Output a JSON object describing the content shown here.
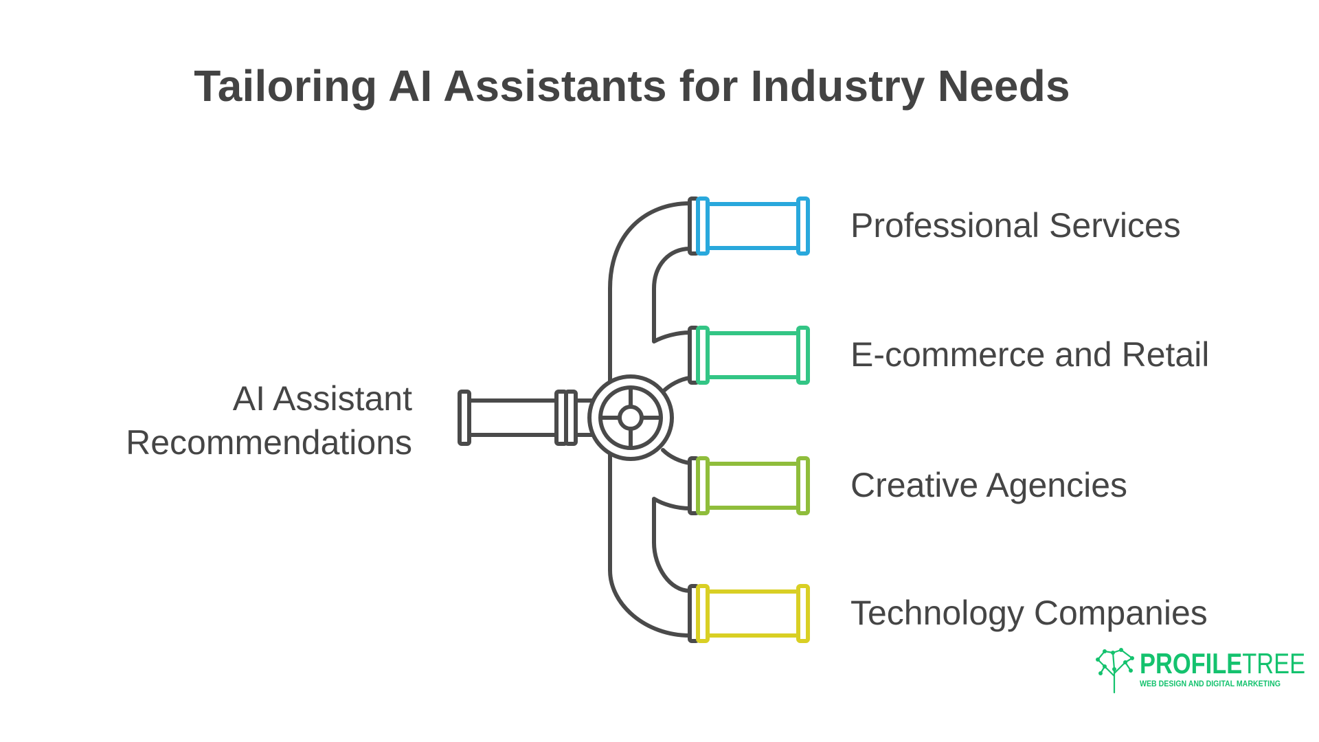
{
  "title": "Tailoring AI Assistants for Industry Needs",
  "source": {
    "line1": "AI Assistant",
    "line2": "Recommendations"
  },
  "branches": [
    {
      "label": "Professional Services",
      "color": "#29a8dc"
    },
    {
      "label": "E-commerce and Retail",
      "color": "#33c585"
    },
    {
      "label": "Creative Agencies",
      "color": "#8fbd3b"
    },
    {
      "label": "Technology Companies",
      "color": "#d9cf24"
    }
  ],
  "pipe_color": "#4a4a4a",
  "logo": {
    "name_bold": "PROFILE",
    "name_thin": "TREE",
    "tagline": "WEB DESIGN AND DIGITAL MARKETING",
    "color": "#14c26e"
  }
}
